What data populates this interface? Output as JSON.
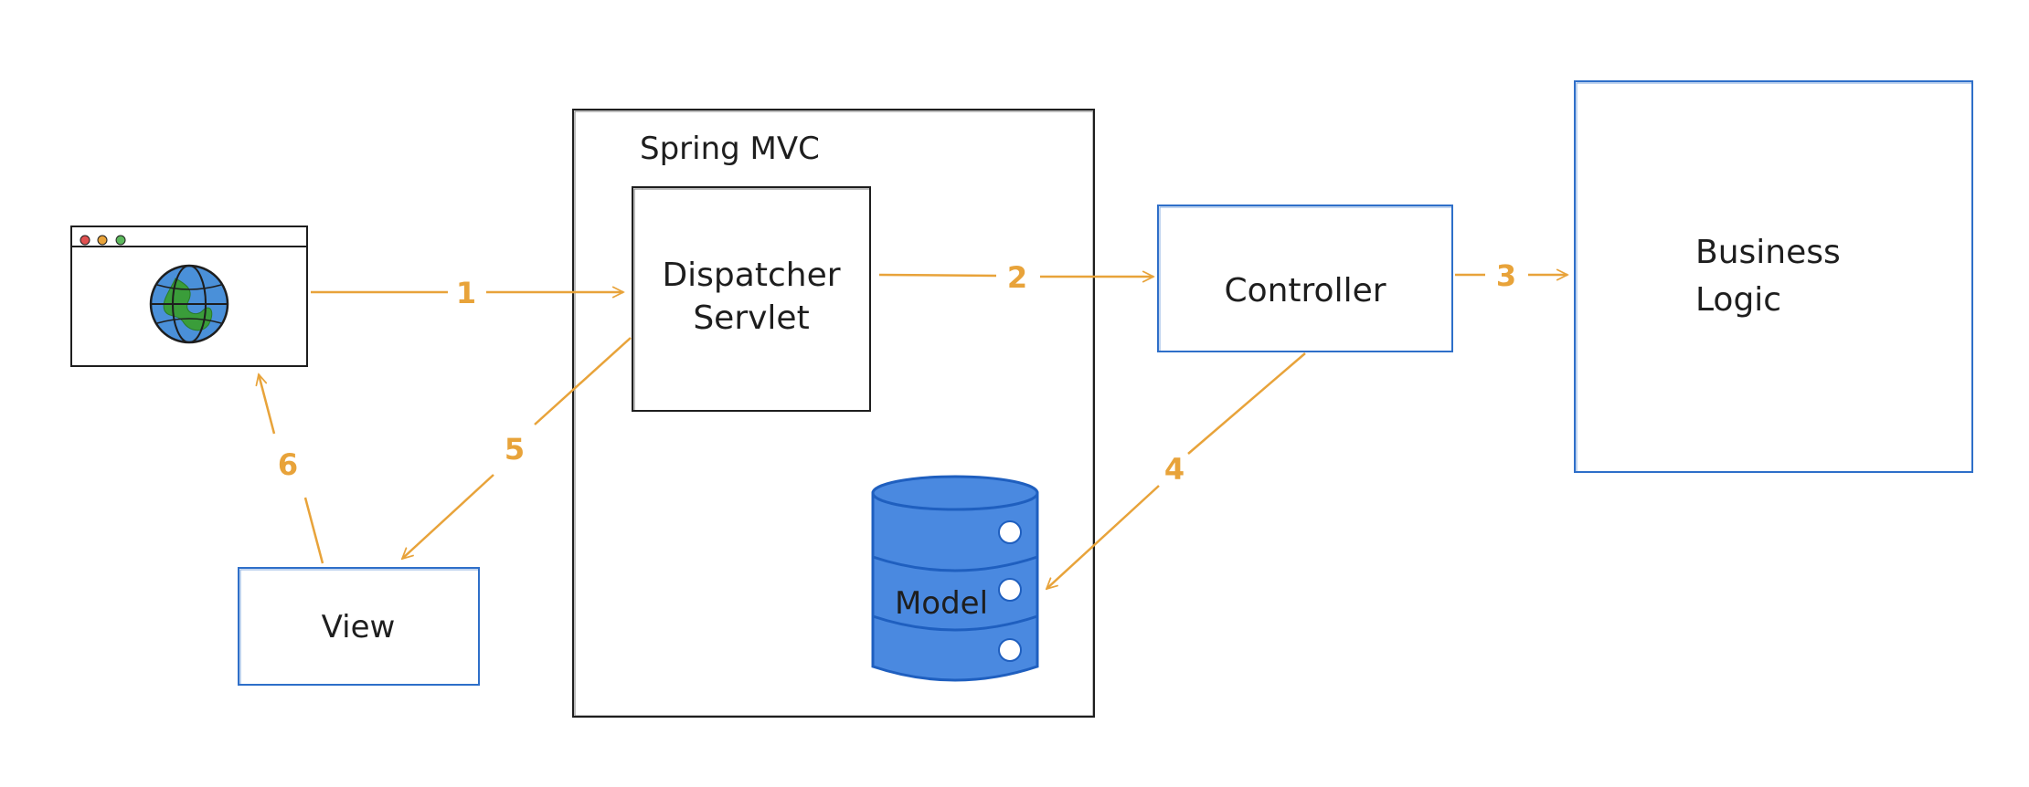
{
  "spring_mvc": {
    "title": "Spring MVC"
  },
  "dispatcher": {
    "line1": "Dispatcher",
    "line2": "Servlet"
  },
  "controller": {
    "label": "Controller"
  },
  "business": {
    "line1": "Business",
    "line2": "Logic"
  },
  "model": {
    "label": "Model"
  },
  "view": {
    "label": "View"
  },
  "steps": [
    "1",
    "2",
    "3",
    "4",
    "5",
    "6"
  ],
  "colors": {
    "arrow": "#e8a33a",
    "blue_box": "#2f6fc9",
    "dark_box": "#1e1e1e",
    "db_fill": "#4a89e0",
    "globe_blue": "#4a90d9",
    "globe_green": "#3a9d3a"
  },
  "icons": {
    "browser": "browser-window-icon",
    "globe": "globe-icon",
    "database": "database-icon"
  }
}
